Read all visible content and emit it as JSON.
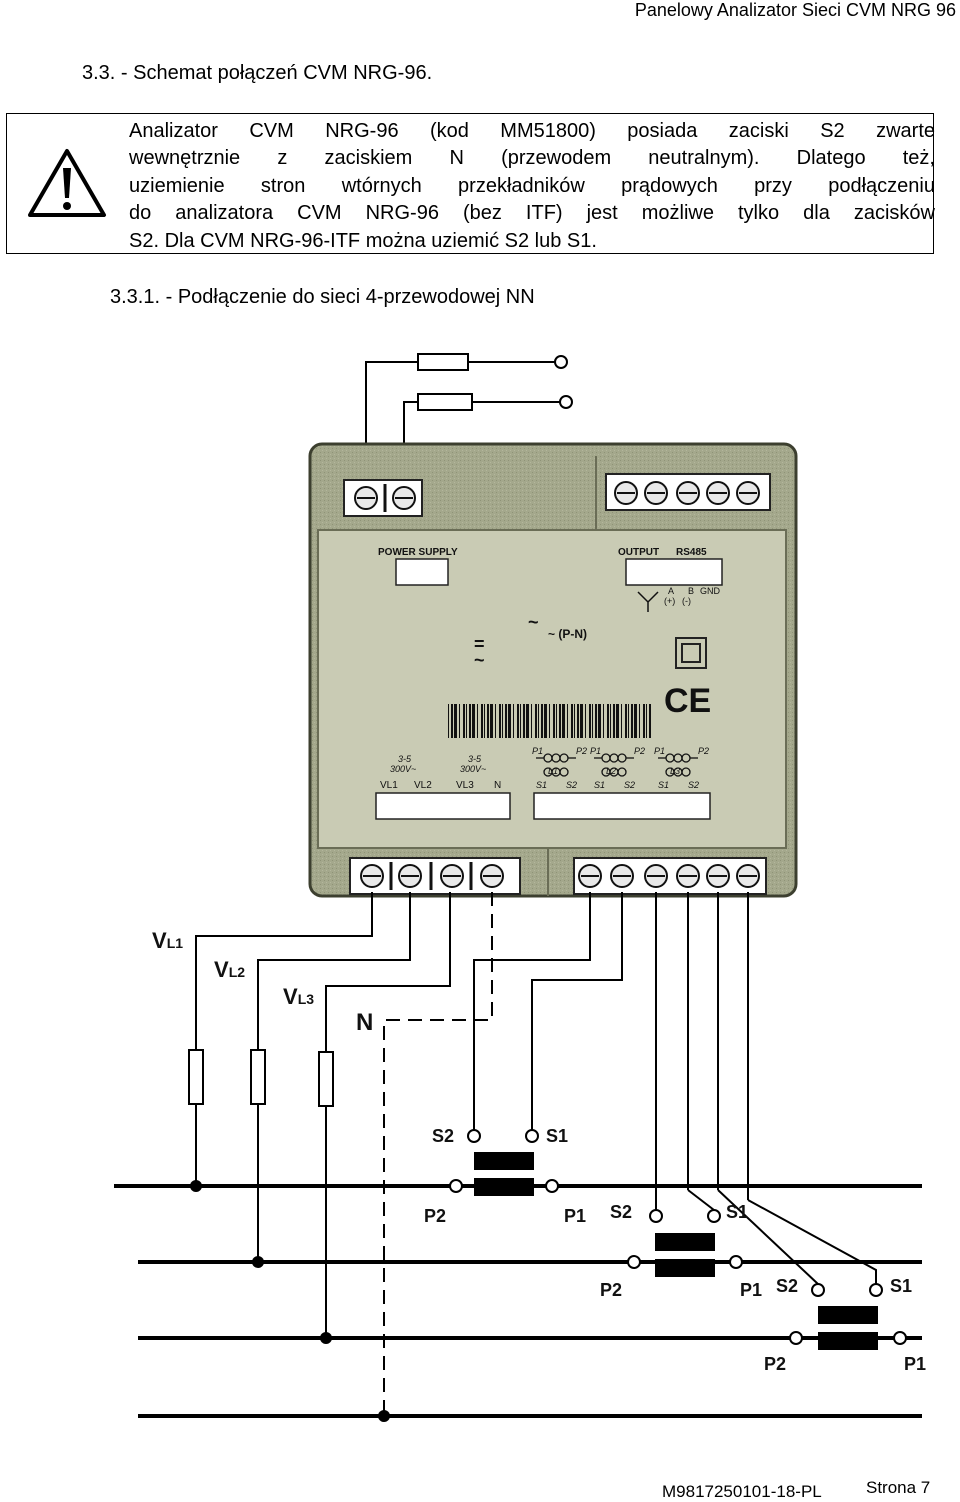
{
  "header": {
    "title": "Panelowy  Analizator Sieci CVM NRG 96"
  },
  "section": {
    "title": "3.3.  - Schemat  połączeń  CVM NRG-96."
  },
  "warning": {
    "icon": "warning-triangle-icon",
    "lines": [
      "Analizator CVM NRG-96 (kod MM51800) posiada zaciski S2 zwarte",
      "wewnętrznie z zaciskiem N (przewodem neutralnym). Dlatego też,",
      "uziemienie stron wtórnych przekładników prądowych przy podłączeniu",
      "do analizatora CVM NRG-96 (bez ITF) jest możliwe tylko dla zacisków",
      "S2. Dla CVM NRG-96-ITF można uziemić S2 lub S1."
    ]
  },
  "subsection": {
    "title": "3.3.1.   - Podłączenie  do sieci  4-przewodowej NN"
  },
  "diagram": {
    "device": {
      "power_supply": "POWER SUPPLY",
      "output": "OUTPUT",
      "rs485": "RS485",
      "out_a": "A",
      "out_b": "B",
      "out_gnd": "GND",
      "out_plus": "(+)",
      "out_minus": "(-)",
      "ac": "~",
      "ac_pn": "~ (P-N)",
      "dc": "=",
      "dc_ac": "~",
      "ce": "CE",
      "v_rating1": "3-5",
      "v_rating1b": "300V~",
      "v_rating2": "3-5",
      "v_rating2b": "300V~",
      "v_terms": [
        "VL1",
        "VL2",
        "VL3",
        "N"
      ],
      "ct_groups": [
        {
          "p1": "P1",
          "p2": "P2",
          "name": "L1",
          "s1": "S1",
          "s2": "S2"
        },
        {
          "p1": "P1",
          "p2": "P2",
          "name": "L2",
          "s1": "S1",
          "s2": "S2"
        },
        {
          "p1": "P1",
          "p2": "P2",
          "name": "L3",
          "s1": "S1",
          "s2": "S2"
        }
      ]
    },
    "phase_labels": [
      {
        "main": "V",
        "sub": "L1"
      },
      {
        "main": "V",
        "sub": "L2"
      },
      {
        "main": "V",
        "sub": "L3"
      }
    ],
    "neutral_label": "N",
    "transformers": [
      {
        "s2": "S2",
        "s1": "S1",
        "p2": "P2",
        "p1": "P1"
      },
      {
        "s2": "S2",
        "s1": "S1",
        "p2": "P2",
        "p1": "P1"
      },
      {
        "s2": "S2",
        "s1": "S1",
        "p2": "P2",
        "p1": "P1"
      }
    ]
  },
  "footer": {
    "code": "M9817250101-18-PL",
    "page": "Strona  7"
  },
  "colors": {
    "device_body": "#a4a88c",
    "device_panel": "#c9cbb4",
    "device_edge": "#3c3f2f"
  }
}
